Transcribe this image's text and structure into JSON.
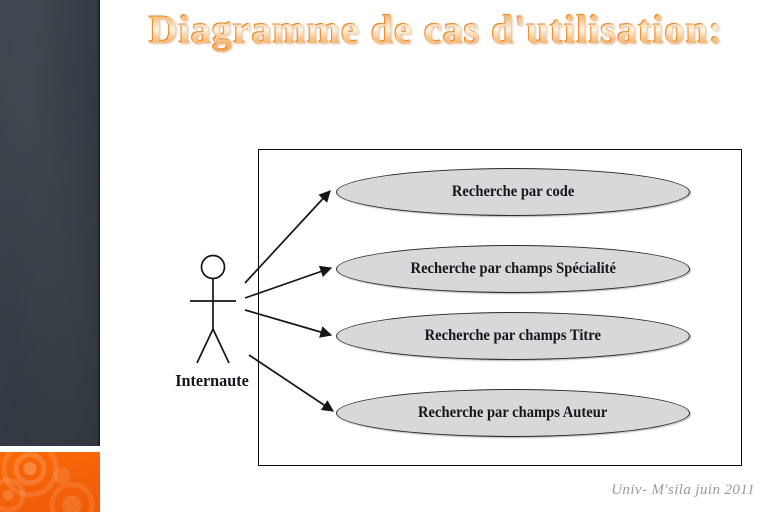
{
  "slide": {
    "title": "Diagramme de cas d'utilisation:",
    "background_color": "#ffffff"
  },
  "decoration": {
    "left_panel_dark_color": "#3a4048",
    "left_panel_orange_color": "#f4610a"
  },
  "diagram": {
    "type": "uml-use-case",
    "system_boundary": {
      "label": ""
    },
    "actor": {
      "name": "Internaute",
      "shape": "stick-figure"
    },
    "use_cases": [
      {
        "id": "uc1",
        "label": "Recherche par code"
      },
      {
        "id": "uc2",
        "label": "Recherche par champs Spécialité"
      },
      {
        "id": "uc3",
        "label": "Recherche par champs Titre"
      },
      {
        "id": "uc4",
        "label": "Recherche par champs Auteur"
      }
    ],
    "associations": [
      {
        "from": "Internaute",
        "to": "uc1",
        "arrow": "filled-triangle"
      },
      {
        "from": "Internaute",
        "to": "uc2",
        "arrow": "filled-triangle"
      },
      {
        "from": "Internaute",
        "to": "uc3",
        "arrow": "filled-triangle"
      },
      {
        "from": "Internaute",
        "to": "uc4",
        "arrow": "filled-triangle"
      }
    ],
    "colors": {
      "use_case_fill": "#d8d8d8",
      "use_case_border": "#2b2b30",
      "frame_border": "#0b0b0f",
      "text": "#16161f"
    }
  },
  "footer": {
    "credit": "Univ- M'sila   juin 2011"
  }
}
